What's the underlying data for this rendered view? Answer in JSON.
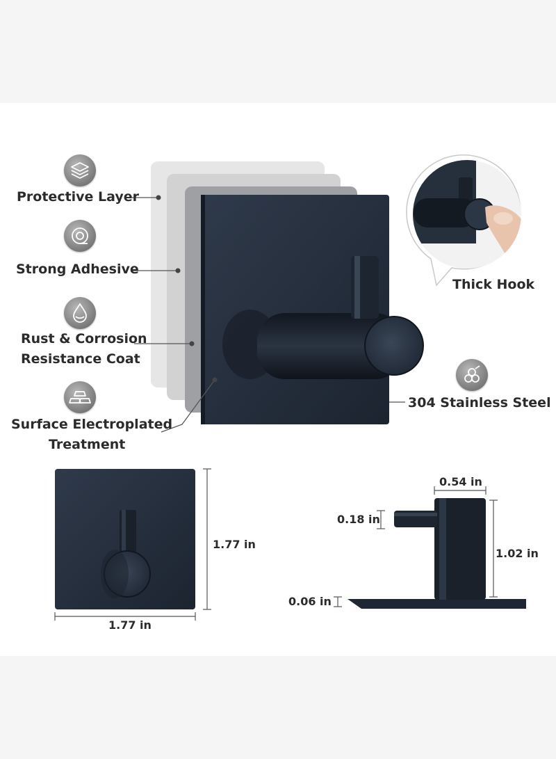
{
  "features": {
    "protective_layer": "Protective Layer",
    "strong_adhesive": "Strong Adhesive",
    "rust_coat_line1": "Rust & Corrosion",
    "rust_coat_line2": "Resistance Coat",
    "surface_line1": "Surface Electroplated",
    "surface_line2": "Treatment",
    "thick_hook": "Thick Hook",
    "stainless": "304 Stainless Steel"
  },
  "dimensions": {
    "front_height": "1.77 in",
    "front_width": "1.77 in",
    "hook_diameter": "0.54 in",
    "hook_tip": "0.18 in",
    "hook_height": "1.02 in",
    "plate_thickness": "0.06 in"
  },
  "colors": {
    "product": "#26303d",
    "label_text": "#2b2b2b",
    "icon_bg": "#8a8a8a"
  },
  "icons": [
    "layers-icon",
    "adhesive-icon",
    "droplet-icon",
    "bars-icon",
    "stainless-icon"
  ]
}
